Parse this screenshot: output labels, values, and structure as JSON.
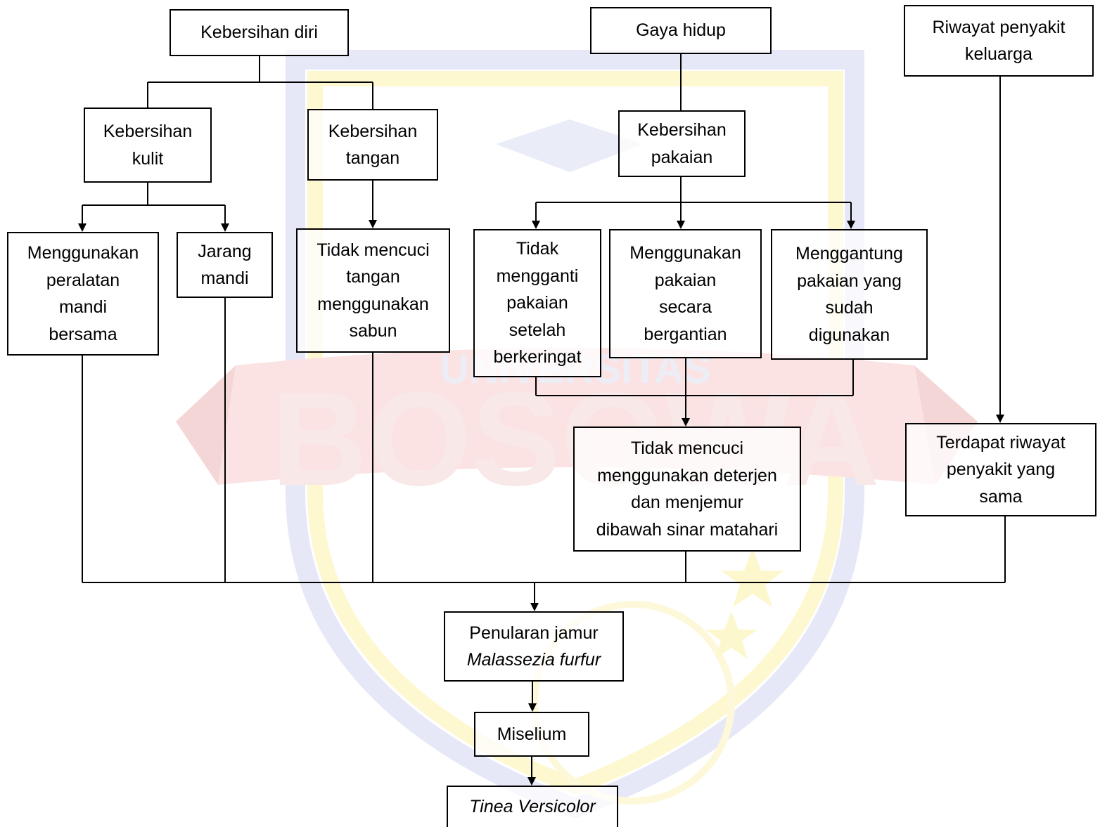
{
  "watermark": {
    "text_top": "UNIVERSITAS",
    "text_main": "BOSOWA",
    "colors": {
      "shield_blue": "#8e95d6",
      "shield_yellow": "#fbef7c",
      "ribbon_red": "#f08a8a"
    }
  },
  "nodes": {
    "kebersihan_diri": [
      "Kebersihan diri"
    ],
    "gaya_hidup": [
      "Gaya hidup"
    ],
    "riwayat_penyakit_keluarga": [
      "Riwayat penyakit",
      "keluarga"
    ],
    "kebersihan_kulit": [
      "Kebersihan",
      "kulit"
    ],
    "kebersihan_tangan": [
      "Kebersihan",
      "tangan"
    ],
    "kebersihan_pakaian": [
      "Kebersihan",
      "pakaian"
    ],
    "peralatan_mandi": [
      "Menggunakan",
      "peralatan",
      "mandi",
      "bersama"
    ],
    "jarang_mandi": [
      "Jarang",
      "mandi"
    ],
    "tidak_cuci_tangan": [
      "Tidak mencuci",
      "tangan",
      "menggunakan",
      "sabun"
    ],
    "tidak_ganti_pakaian": [
      "Tidak",
      "mengganti",
      "pakaian",
      "setelah",
      "berkeringat"
    ],
    "pakaian_bergantian": [
      "Menggunakan",
      "pakaian",
      "secara",
      "bergantian"
    ],
    "gantung_pakaian": [
      "Menggantung",
      "pakaian yang",
      "sudah",
      "digunakan"
    ],
    "tidak_cuci_deterjen": [
      "Tidak mencuci",
      "menggunakan deterjen",
      "dan menjemur",
      "dibawah sinar matahari"
    ],
    "riwayat_sama": [
      "Terdapat riwayat",
      "penyakit yang",
      "sama"
    ],
    "penularan_jamur": [
      "Penularan jamur",
      "Malassezia furfur"
    ],
    "miselium": [
      "Miselium"
    ],
    "tinea_versicolor": [
      "Tinea Versicolor"
    ]
  }
}
